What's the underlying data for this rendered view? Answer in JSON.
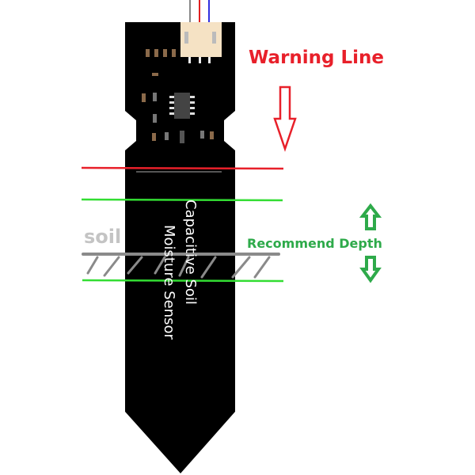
{
  "labels": {
    "warning_line": "Warning Line",
    "recommend_depth": "Recommend Depth",
    "soil": "soil",
    "sensor_name_line1": "Capacitive Soil",
    "sensor_name_line2": "Moisture Sensor"
  },
  "colors": {
    "warning": "#e8202a",
    "depth": "#2eaa4a",
    "board": "#000000",
    "soil": "#8a8a8a"
  }
}
